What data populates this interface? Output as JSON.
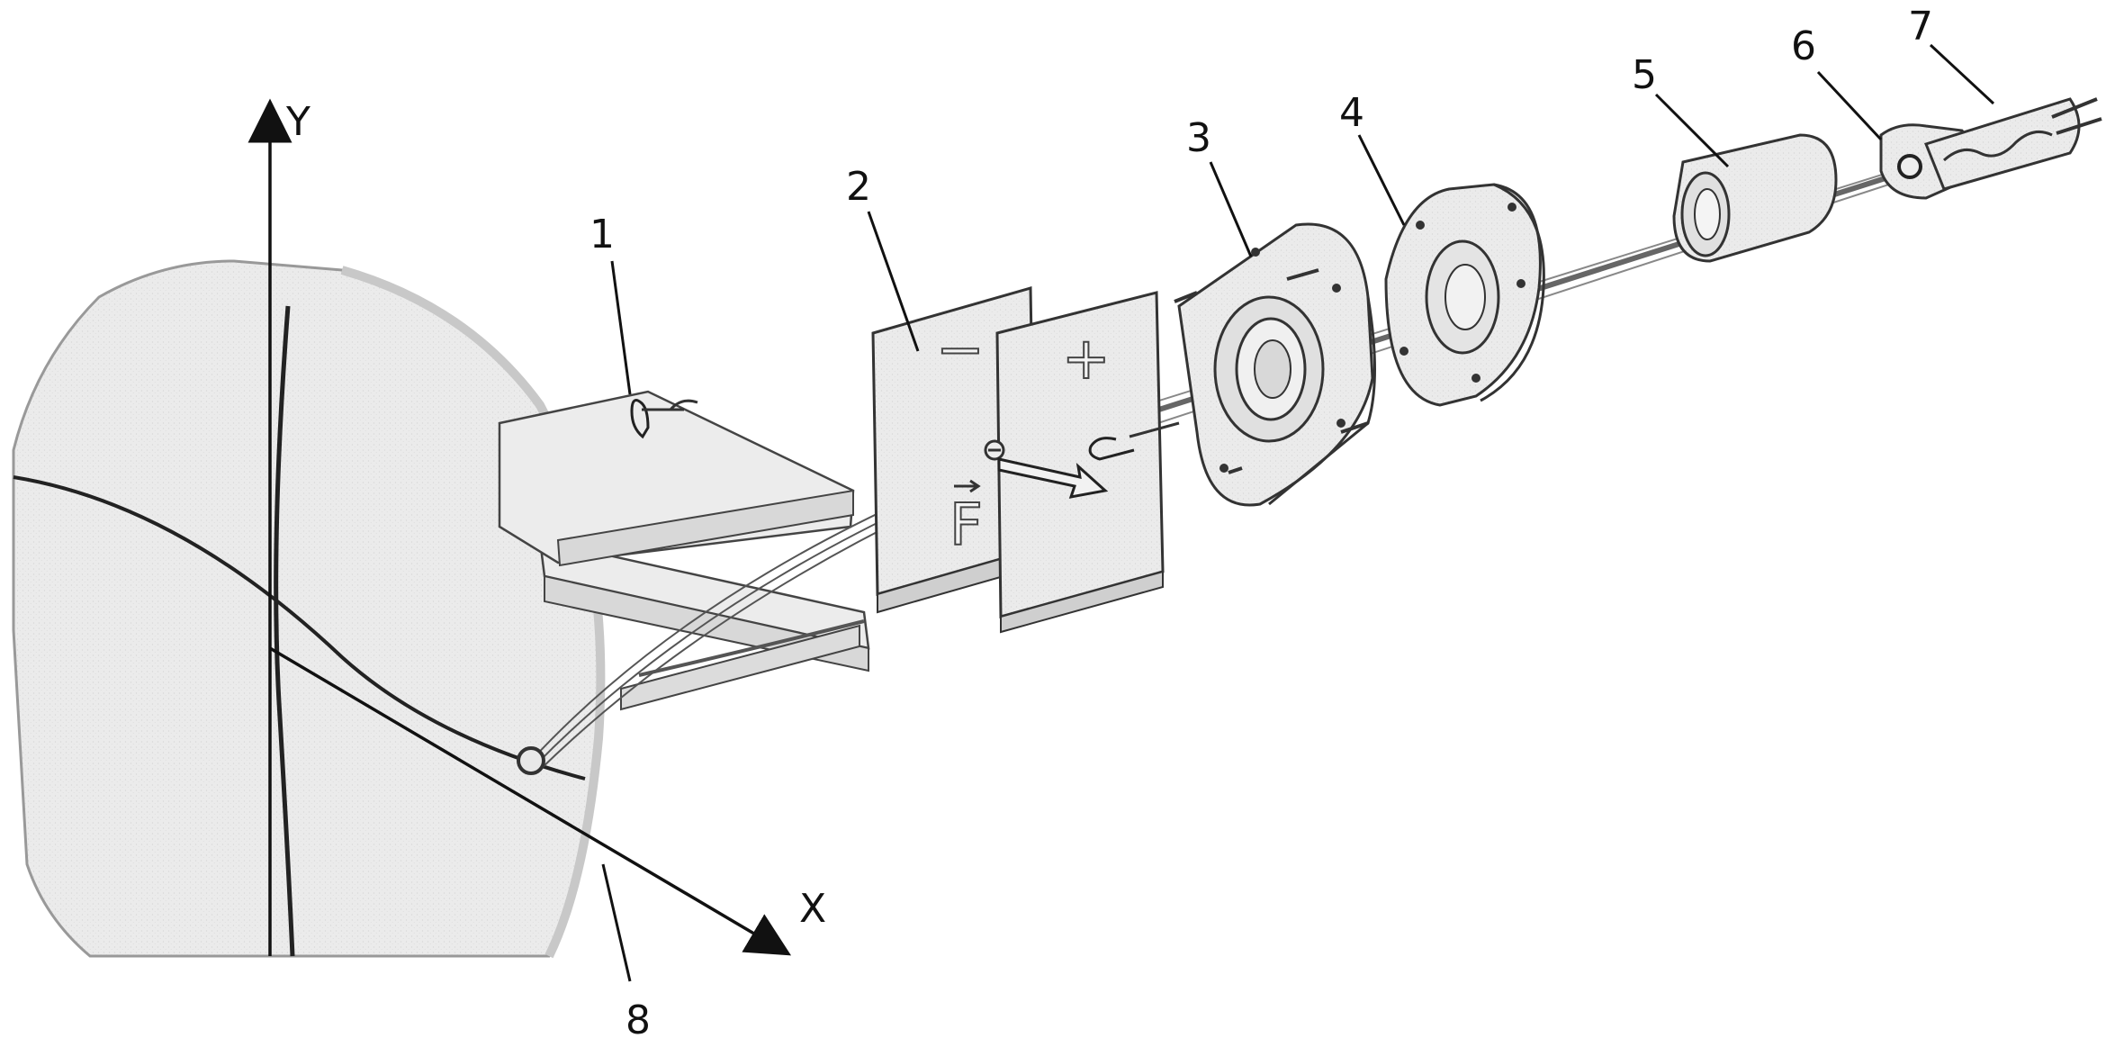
{
  "axes": {
    "y_label": "Y",
    "x_label": "X"
  },
  "parts": [
    {
      "number": "1"
    },
    {
      "number": "2"
    },
    {
      "number": "3"
    },
    {
      "number": "4"
    },
    {
      "number": "5"
    },
    {
      "number": "6"
    },
    {
      "number": "7"
    },
    {
      "number": "8"
    }
  ],
  "plates": {
    "negative_sign": "−",
    "positive_sign": "+",
    "force_symbol": "F"
  },
  "colors": {
    "line": "#222222",
    "fill": "#e8e8e8",
    "background": "#ffffff"
  }
}
